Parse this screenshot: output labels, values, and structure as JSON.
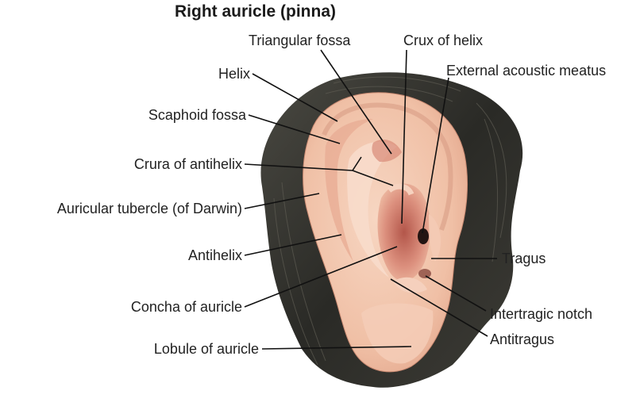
{
  "title": "Right auricle (pinna)",
  "labels": {
    "triangular_fossa": "Triangular fossa",
    "crux_of_helix": "Crux of helix",
    "external_acoustic_meatus": "External acoustic meatus",
    "helix": "Helix",
    "scaphoid_fossa": "Scaphoid fossa",
    "crura_of_antihelix": "Crura of antihelix",
    "auricular_tubercle": "Auricular tubercle (of Darwin)",
    "antihelix": "Antihelix",
    "concha_of_auricle": "Concha of auricle",
    "lobule_of_auricle": "Lobule of auricle",
    "tragus": "Tragus",
    "intertragic_notch": "Intertragic notch",
    "antitragus": "Antitragus"
  },
  "colors": {
    "hair": "#2e2e2a",
    "skin": "#f3c9b1",
    "skin_shadow": "#d98f7a",
    "leader_line": "#111111"
  }
}
